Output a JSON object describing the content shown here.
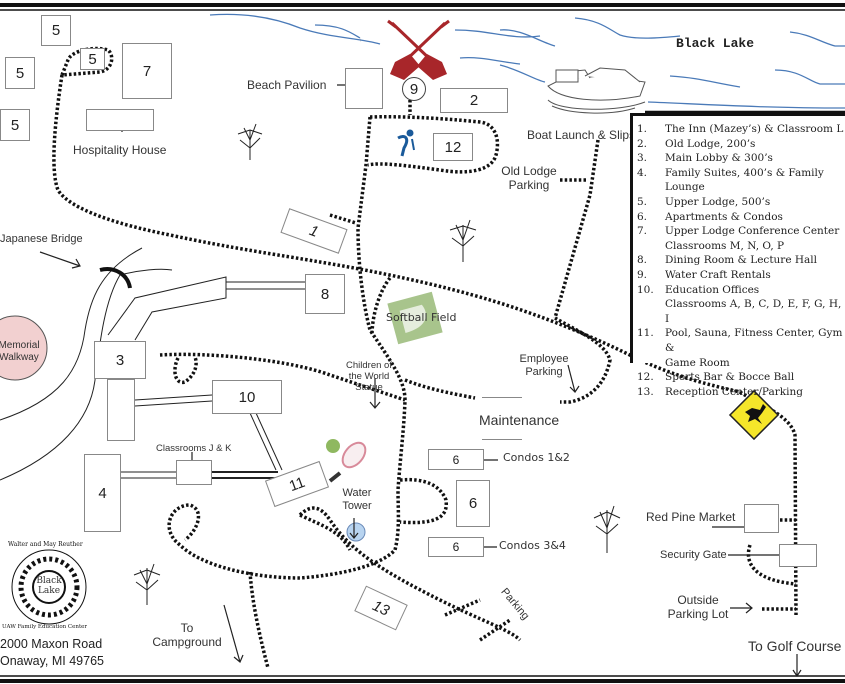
{
  "map": {
    "lake_name": "Black Lake",
    "colors": {
      "water_line": "#4a7ab8",
      "paddle": "#a8262a",
      "softball": "#a8c48c",
      "memorial": "#f2d0d0",
      "deer_sign": "#f5e62a",
      "water_tower": "#b8d4f0",
      "tennis_ball": "#8fb860",
      "racket": "#d88a9a",
      "bocce_icon": "#1a5a9a",
      "border": "#111111"
    },
    "legend": [
      {
        "num": "1.",
        "text": "The Inn (Mazey’s) & Classroom L"
      },
      {
        "num": "2.",
        "text": "Old Lodge, 200’s"
      },
      {
        "num": "3.",
        "text": "Main Lobby & 300’s"
      },
      {
        "num": "4.",
        "text": "Family Suites, 400’s & Family Lounge"
      },
      {
        "num": "5.",
        "text": "Upper Lodge, 500’s"
      },
      {
        "num": "6.",
        "text": "Apartments & Condos"
      },
      {
        "num": "7.",
        "text": "Upper Lodge Conference Center"
      },
      {
        "num": "",
        "text": "Classrooms M, N, O, P"
      },
      {
        "num": "8.",
        "text": "Dining Room & Lecture Hall"
      },
      {
        "num": "9.",
        "text": "Water Craft Rentals"
      },
      {
        "num": "10.",
        "text": "Education Offices"
      },
      {
        "num": "",
        "text": "Classrooms A, B, C, D, E, F, G, H, I"
      },
      {
        "num": "11.",
        "text": "Pool, Sauna, Fitness Center, Gym &"
      },
      {
        "num": "",
        "text": "Game Room"
      },
      {
        "num": "12.",
        "text": "Sports Bar & Bocce Ball"
      },
      {
        "num": "13.",
        "text": "Reception Center/Parking"
      }
    ],
    "buildings": {
      "b5a": "5",
      "b5b": "5",
      "b5c": "5",
      "b5d": "5",
      "b7": "7",
      "b9": "9",
      "b2": "2",
      "b12": "12",
      "b1": "1",
      "b8": "8",
      "b3": "3",
      "b10": "10",
      "b4": "4",
      "b11": "11",
      "b6a": "6",
      "b6b": "6",
      "b6c": "6",
      "b13": "13"
    },
    "labels": {
      "hospitality_house": "Hospitality House",
      "beach_pavilion": "Beach Pavilion",
      "boat_launch": "Boat Launch & Slips",
      "old_lodge_parking_1": "Old Lodge",
      "old_lodge_parking_2": "Parking",
      "japanese_bridge": "Japanese Bridge",
      "memorial_1": "Memorial",
      "memorial_2": "Walkway",
      "softball_field": "Softball Field",
      "children_statue_1": "Children of",
      "children_statue_2": "the World",
      "children_statue_3": "Statue",
      "employee_parking_1": "Employee",
      "employee_parking_2": "Parking",
      "maintenance": "Maintenance",
      "classrooms_jk": "Classrooms J & K",
      "water_tower_1": "Water",
      "water_tower_2": "Tower",
      "condos_12": "Condos 1&2",
      "condos_34": "Condos 3&4",
      "red_pine_market": "Red Pine Market",
      "security_gate": "Security Gate",
      "outside_parking_1": "Outside",
      "outside_parking_2": "Parking Lot",
      "to_golf_course": "To Golf Course",
      "parking": "Parking",
      "to_campground_1": "To",
      "to_campground_2": "Campground"
    },
    "logo": {
      "top_arc": "Walter and May Reuther",
      "bottom_arc": "UAW Family Education Center",
      "center_1": "Black",
      "center_2": "Lake"
    },
    "address": {
      "line1": "2000 Maxon Road",
      "line2": "Onaway, MI 49765"
    }
  }
}
